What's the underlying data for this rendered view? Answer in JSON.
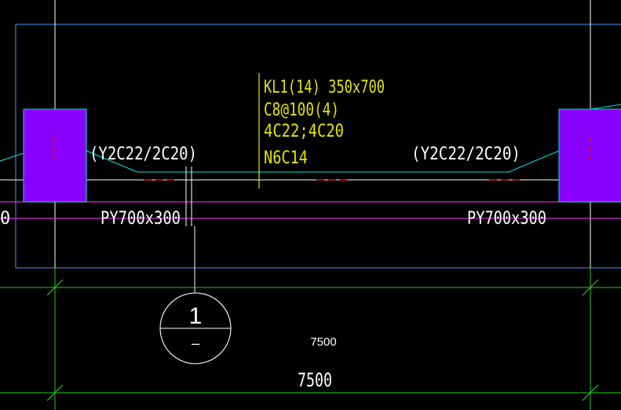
{
  "colors": {
    "background": "#000000",
    "grid_axis": "#ffffff",
    "outline_blue": "#3f6fbf",
    "reinforcement_cyan": "#00e5e5",
    "column_fill": "#8800ff",
    "column_edge": "#00e5e5",
    "beam_line_magenta": "#d42bd4",
    "dimension_green": "#22cc22",
    "annotation_yellow": "#e6e600",
    "leader_white": "#ffffff",
    "red_marker": "#e01010"
  },
  "beam_annotation": {
    "line1": "KL1(14) 350x700",
    "line2": "C8@100(4)",
    "line3": "4C22;4C20",
    "line4": "N6C14"
  },
  "support_left": "(Y2C22/2C20)",
  "support_right": "(Y2C22/2C20)",
  "haunch_left": "PY700x300",
  "haunch_right": "PY700x300",
  "haunch_partial_left": "0",
  "section_symbol": {
    "number": "1",
    "sheet": "–"
  },
  "dimension_small": "7500",
  "dimension_large": "7500"
}
